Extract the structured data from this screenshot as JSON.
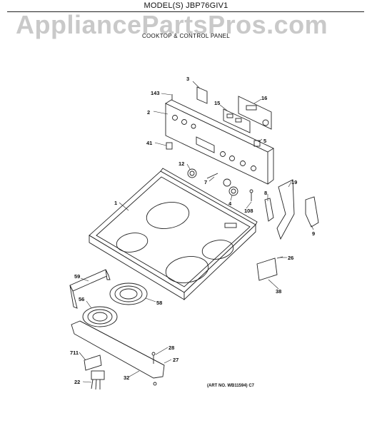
{
  "header": {
    "model": "MODEL(S) JBP76GIV1",
    "watermark": "AppliancePartsPros.com",
    "subtitle": "COOKTOP & CONTROL PANEL"
  },
  "footer": {
    "art_number": "(ART NO. WB11594) C7"
  },
  "callouts": {
    "c1": "1",
    "c2": "2",
    "c3": "3",
    "c4": "4",
    "c5": "5",
    "c7": "7",
    "c8": "8",
    "c9": "9",
    "c12": "12",
    "c15": "15",
    "c16": "16",
    "c19": "19",
    "c22": "22",
    "c26": "26",
    "c27": "27",
    "c28": "28",
    "c32": "32",
    "c38": "38",
    "c41": "41",
    "c56": "56",
    "c58": "58",
    "c59": "59",
    "c108": "108",
    "c143": "143",
    "c711": "711"
  }
}
